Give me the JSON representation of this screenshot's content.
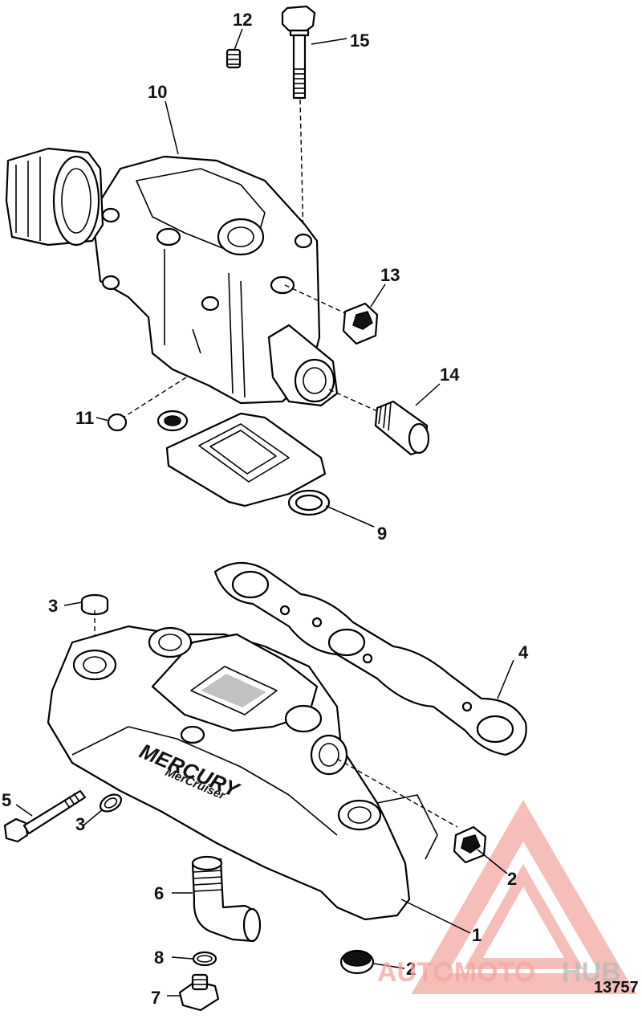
{
  "callouts": [
    {
      "id": "c1",
      "text": "1"
    },
    {
      "id": "c2a",
      "text": "2"
    },
    {
      "id": "c2b",
      "text": "2"
    },
    {
      "id": "c3a",
      "text": "3"
    },
    {
      "id": "c3b",
      "text": "3"
    },
    {
      "id": "c4",
      "text": "4"
    },
    {
      "id": "c5",
      "text": "5"
    },
    {
      "id": "c6",
      "text": "6"
    },
    {
      "id": "c7",
      "text": "7"
    },
    {
      "id": "c8",
      "text": "8"
    },
    {
      "id": "c9",
      "text": "9"
    },
    {
      "id": "c10",
      "text": "10"
    },
    {
      "id": "c11",
      "text": "11"
    },
    {
      "id": "c12",
      "text": "12"
    },
    {
      "id": "c13",
      "text": "13"
    },
    {
      "id": "c14",
      "text": "14"
    },
    {
      "id": "c15",
      "text": "15"
    }
  ],
  "manifold_brand": "MERCURY",
  "manifold_sub_brand": "MerCruiser",
  "drawing_ref": "13757",
  "watermark": {
    "text_a": "AUTOMOTO",
    "text_b": "HUB",
    "color_a": "#f4a7a0",
    "color_b": "#b9b9b9"
  },
  "colors": {
    "line": "#000000",
    "background": "#ffffff"
  }
}
